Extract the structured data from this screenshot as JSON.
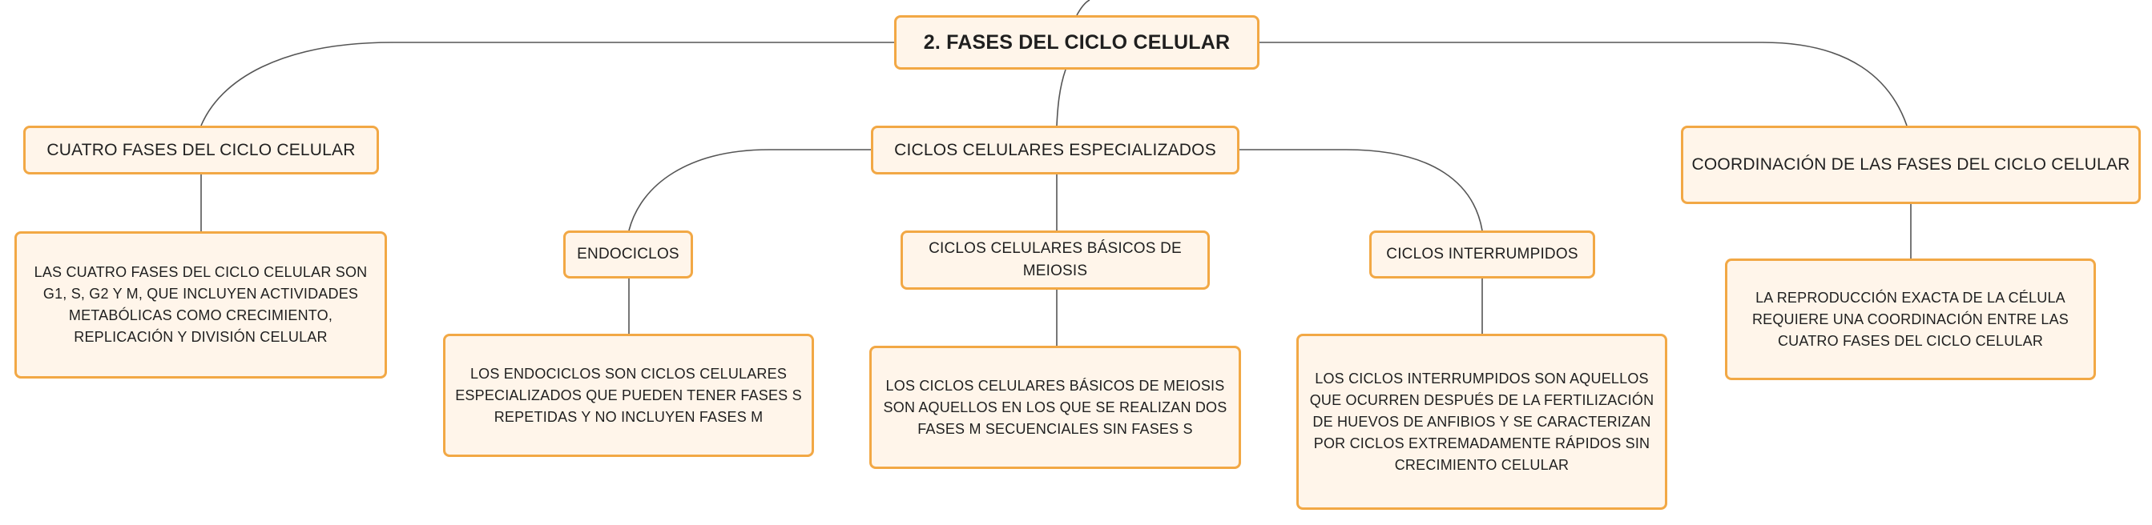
{
  "root": {
    "label": "2. FASES DEL CICLO CELULAR"
  },
  "branches": {
    "cuatro_fases": {
      "label": "CUATRO FASES DEL CICLO CELULAR",
      "detail": "LAS CUATRO FASES DEL CICLO CELULAR SON G1, S, G2 Y M, QUE INCLUYEN ACTIVIDADES METABÓLICAS COMO CRECIMIENTO, REPLICACIÓN Y DIVISIÓN CELULAR"
    },
    "ciclos_especializados": {
      "label": "CICLOS CELULARES ESPECIALIZADOS",
      "children": {
        "endociclos": {
          "label": "ENDOCICLOS",
          "detail": "LOS ENDOCICLOS SON CICLOS CELULARES ESPECIALIZADOS QUE PUEDEN TENER FASES S REPETIDAS Y NO INCLUYEN FASES M"
        },
        "basicos_meiosis": {
          "label": "CICLOS CELULARES BÁSICOS DE MEIOSIS",
          "detail": "LOS CICLOS CELULARES BÁSICOS DE MEIOSIS SON AQUELLOS EN LOS QUE SE REALIZAN DOS FASES M SECUENCIALES SIN FASES S"
        },
        "interrumpidos": {
          "label": "CICLOS INTERRUMPIDOS",
          "detail": "LOS CICLOS INTERRUMPIDOS SON AQUELLOS QUE OCURREN DESPUÉS DE LA FERTILIZACIÓN DE HUEVOS DE ANFIBIOS Y SE CARACTERIZAN POR CICLOS EXTREMADAMENTE RÁPIDOS SIN CRECIMIENTO CELULAR"
        }
      }
    },
    "coordinacion": {
      "label": "COORDINACIÓN DE LAS FASES DEL CICLO CELULAR",
      "detail": "LA REPRODUCCIÓN EXACTA DE LA CÉLULA REQUIERE UNA COORDINACIÓN ENTRE LAS CUATRO FASES DEL CICLO CELULAR"
    }
  },
  "colors": {
    "node_border": "#f2a845",
    "node_fill": "#fff5ea",
    "connector": "#555555",
    "text": "#1f1f1f"
  }
}
